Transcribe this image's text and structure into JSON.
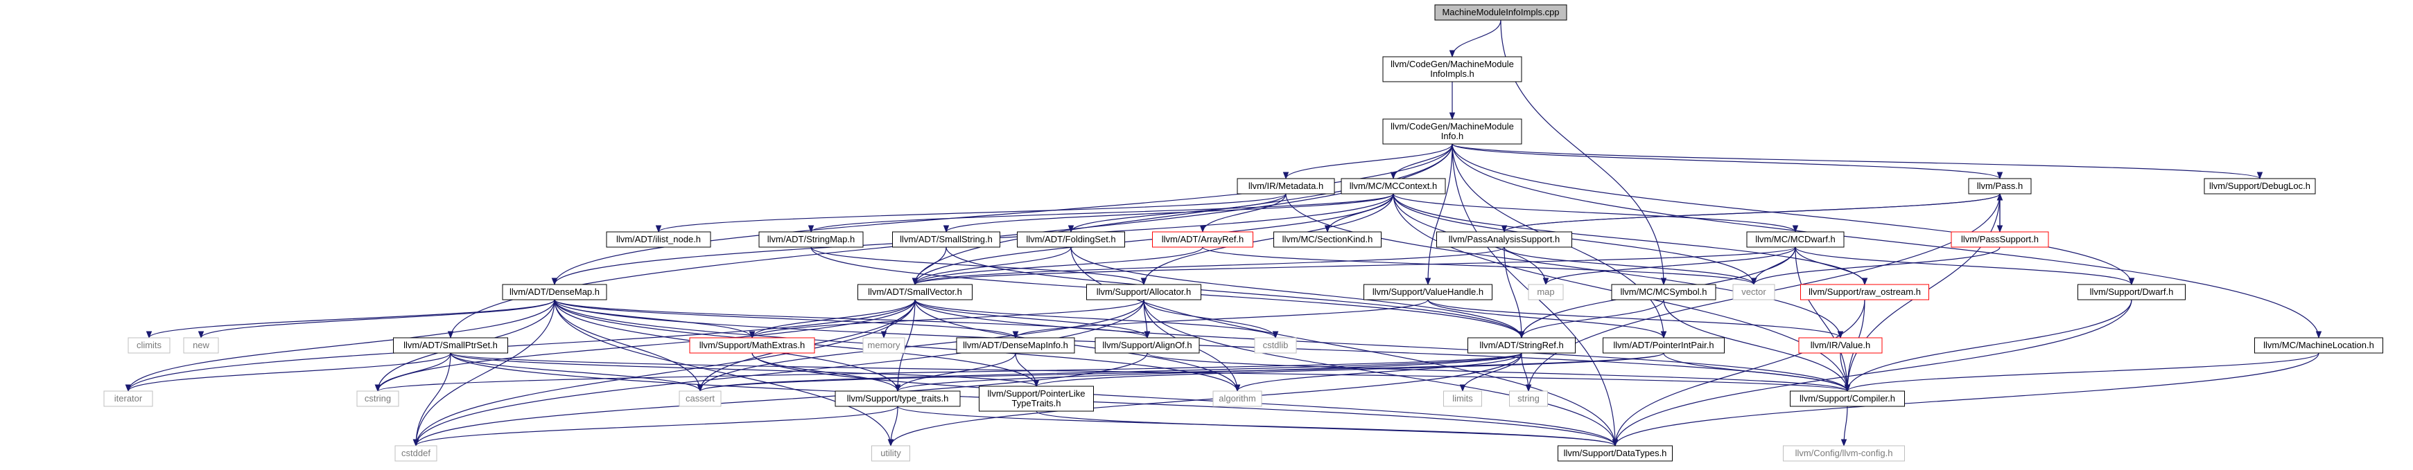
{
  "colors": {
    "edge": "#191970",
    "node_border": "#000000",
    "missing_border": "#bfbfbf",
    "truncated_border": "#ff0000",
    "root_fill": "#bfbfbf",
    "node_fill": "#ffffff",
    "missing_text": "#7a7a7a"
  },
  "nodes": [
    {
      "id": "root",
      "lines": [
        "MachineModuleInfoImpls.cpp"
      ],
      "style": "root"
    },
    {
      "id": "mmiimpls",
      "lines": [
        "llvm/CodeGen/MachineModule",
        "InfoImpls.h"
      ],
      "style": "normal"
    },
    {
      "id": "mmi",
      "lines": [
        "llvm/CodeGen/MachineModule",
        "Info.h"
      ],
      "style": "normal"
    },
    {
      "id": "metadata",
      "lines": [
        "llvm/IR/Metadata.h"
      ],
      "style": "normal"
    },
    {
      "id": "mccontext",
      "lines": [
        "llvm/MC/MCContext.h"
      ],
      "style": "normal"
    },
    {
      "id": "pass",
      "lines": [
        "llvm/Pass.h"
      ],
      "style": "normal"
    },
    {
      "id": "debugloc",
      "lines": [
        "llvm/Support/DebugLoc.h"
      ],
      "style": "normal"
    },
    {
      "id": "ilistnode",
      "lines": [
        "llvm/ADT/ilist_node.h"
      ],
      "style": "normal"
    },
    {
      "id": "stringmap",
      "lines": [
        "llvm/ADT/StringMap.h"
      ],
      "style": "normal"
    },
    {
      "id": "smallstring",
      "lines": [
        "llvm/ADT/SmallString.h"
      ],
      "style": "normal"
    },
    {
      "id": "foldingset",
      "lines": [
        "llvm/ADT/FoldingSet.h"
      ],
      "style": "normal"
    },
    {
      "id": "arrayref",
      "lines": [
        "llvm/ADT/ArrayRef.h"
      ],
      "style": "truncated"
    },
    {
      "id": "sectionkind",
      "lines": [
        "llvm/MC/SectionKind.h"
      ],
      "style": "normal"
    },
    {
      "id": "passanalysis",
      "lines": [
        "llvm/PassAnalysisSupport.h"
      ],
      "style": "normal"
    },
    {
      "id": "mcdwarf",
      "lines": [
        "llvm/MC/MCDwarf.h"
      ],
      "style": "normal"
    },
    {
      "id": "passsupport",
      "lines": [
        "llvm/PassSupport.h"
      ],
      "style": "truncated"
    },
    {
      "id": "densemap",
      "lines": [
        "llvm/ADT/DenseMap.h"
      ],
      "style": "normal"
    },
    {
      "id": "smallvector",
      "lines": [
        "llvm/ADT/SmallVector.h"
      ],
      "style": "normal"
    },
    {
      "id": "allocator",
      "lines": [
        "llvm/Support/Allocator.h"
      ],
      "style": "normal"
    },
    {
      "id": "map",
      "lines": [
        "map"
      ],
      "style": "missing"
    },
    {
      "id": "vector",
      "lines": [
        "vector"
      ],
      "style": "missing"
    },
    {
      "id": "rawostream",
      "lines": [
        "llvm/Support/raw_ostream.h"
      ],
      "style": "truncated"
    },
    {
      "id": "valuehandle",
      "lines": [
        "llvm/Support/ValueHandle.h"
      ],
      "style": "normal"
    },
    {
      "id": "mcsymbol",
      "lines": [
        "llvm/MC/MCSymbol.h"
      ],
      "style": "normal"
    },
    {
      "id": "supportdwarf",
      "lines": [
        "llvm/Support/Dwarf.h"
      ],
      "style": "normal"
    },
    {
      "id": "climits",
      "lines": [
        "climits"
      ],
      "style": "missing"
    },
    {
      "id": "new",
      "lines": [
        "new"
      ],
      "style": "missing"
    },
    {
      "id": "mathextras",
      "lines": [
        "llvm/Support/MathExtras.h"
      ],
      "style": "truncated"
    },
    {
      "id": "memory",
      "lines": [
        "memory"
      ],
      "style": "missing"
    },
    {
      "id": "densemapinfo",
      "lines": [
        "llvm/ADT/DenseMapInfo.h"
      ],
      "style": "normal"
    },
    {
      "id": "alignof",
      "lines": [
        "llvm/Support/AlignOf.h"
      ],
      "style": "normal"
    },
    {
      "id": "cstdlib",
      "lines": [
        "cstdlib"
      ],
      "style": "missing"
    },
    {
      "id": "stringref",
      "lines": [
        "llvm/ADT/StringRef.h"
      ],
      "style": "normal"
    },
    {
      "id": "pointerintpair",
      "lines": [
        "llvm/ADT/PointerIntPair.h"
      ],
      "style": "normal"
    },
    {
      "id": "irvalue",
      "lines": [
        "llvm/IR/Value.h"
      ],
      "style": "truncated"
    },
    {
      "id": "machinelocation",
      "lines": [
        "llvm/MC/MachineLocation.h"
      ],
      "style": "normal"
    },
    {
      "id": "smallptrset",
      "lines": [
        "llvm/ADT/SmallPtrSet.h"
      ],
      "style": "normal"
    },
    {
      "id": "iterator",
      "lines": [
        "iterator"
      ],
      "style": "missing"
    },
    {
      "id": "cstring",
      "lines": [
        "cstring"
      ],
      "style": "missing"
    },
    {
      "id": "cassert",
      "lines": [
        "cassert"
      ],
      "style": "missing"
    },
    {
      "id": "typetraits",
      "lines": [
        "llvm/Support/type_traits.h"
      ],
      "style": "normal"
    },
    {
      "id": "pointerliketypetraits",
      "lines": [
        "llvm/Support/PointerLike",
        "TypeTraits.h"
      ],
      "style": "normal"
    },
    {
      "id": "algorithm",
      "lines": [
        "algorithm"
      ],
      "style": "missing"
    },
    {
      "id": "limits",
      "lines": [
        "limits"
      ],
      "style": "missing"
    },
    {
      "id": "string",
      "lines": [
        "string"
      ],
      "style": "missing"
    },
    {
      "id": "compiler",
      "lines": [
        "llvm/Support/Compiler.h"
      ],
      "style": "normal"
    },
    {
      "id": "cstddef",
      "lines": [
        "cstddef"
      ],
      "style": "missing"
    },
    {
      "id": "utility",
      "lines": [
        "utility"
      ],
      "style": "missing"
    },
    {
      "id": "datatypes",
      "lines": [
        "llvm/Support/DataTypes.h"
      ],
      "style": "normal"
    },
    {
      "id": "llvmconfig",
      "lines": [
        "llvm/Config/llvm-config.h"
      ],
      "style": "missing"
    }
  ],
  "edges": [
    [
      "root",
      "mmiimpls"
    ],
    [
      "root",
      "mcsymbol"
    ],
    [
      "mmiimpls",
      "mmi"
    ],
    [
      "mmi",
      "metadata"
    ],
    [
      "mmi",
      "mccontext"
    ],
    [
      "mmi",
      "pass"
    ],
    [
      "mmi",
      "debugloc"
    ],
    [
      "mmi",
      "densemap"
    ],
    [
      "mmi",
      "smallvector"
    ],
    [
      "mmi",
      "smallptrset"
    ],
    [
      "mmi",
      "valuehandle"
    ],
    [
      "mmi",
      "pointerintpair"
    ],
    [
      "mmi",
      "supportdwarf"
    ],
    [
      "mmi",
      "machinelocation"
    ],
    [
      "mmi",
      "datatypes"
    ],
    [
      "metadata",
      "ilistnode"
    ],
    [
      "metadata",
      "foldingset"
    ],
    [
      "metadata",
      "arrayref"
    ],
    [
      "metadata",
      "irvalue"
    ],
    [
      "mccontext",
      "sectionkind"
    ],
    [
      "mccontext",
      "stringmap"
    ],
    [
      "mccontext",
      "smallstring"
    ],
    [
      "mccontext",
      "densemap"
    ],
    [
      "mccontext",
      "smallvector"
    ],
    [
      "mccontext",
      "allocator"
    ],
    [
      "mccontext",
      "map"
    ],
    [
      "mccontext",
      "vector"
    ],
    [
      "mccontext",
      "rawostream"
    ],
    [
      "mccontext",
      "mcdwarf"
    ],
    [
      "mccontext",
      "compiler"
    ],
    [
      "pass",
      "passanalysis"
    ],
    [
      "pass",
      "passsupport"
    ],
    [
      "pass",
      "compiler"
    ],
    [
      "pass",
      "string"
    ],
    [
      "passanalysis",
      "pass"
    ],
    [
      "passanalysis",
      "smallvector"
    ],
    [
      "passanalysis",
      "stringref"
    ],
    [
      "passanalysis",
      "vector"
    ],
    [
      "passsupport",
      "pass"
    ],
    [
      "passsupport",
      "vector"
    ],
    [
      "mcdwarf",
      "smallvector"
    ],
    [
      "mcdwarf",
      "stringref"
    ],
    [
      "mcdwarf",
      "map"
    ],
    [
      "mcdwarf",
      "vector"
    ],
    [
      "mcdwarf",
      "supportdwarf"
    ],
    [
      "mcdwarf",
      "compiler"
    ],
    [
      "mcdwarf",
      "rawostream"
    ],
    [
      "stringmap",
      "allocator"
    ],
    [
      "stringmap",
      "stringref"
    ],
    [
      "smallstring",
      "smallvector"
    ],
    [
      "smallstring",
      "stringref"
    ],
    [
      "foldingset",
      "smallvector"
    ],
    [
      "foldingset",
      "stringref"
    ],
    [
      "foldingset",
      "datatypes"
    ],
    [
      "arrayref",
      "smallvector"
    ],
    [
      "arrayref",
      "vector"
    ],
    [
      "densemap",
      "alignof"
    ],
    [
      "densemap",
      "compiler"
    ],
    [
      "densemap",
      "mathextras"
    ],
    [
      "densemap",
      "pointerliketypetraits"
    ],
    [
      "densemap",
      "densemapinfo"
    ],
    [
      "densemap",
      "type_traits"
    ],
    [
      "densemap",
      "typetraits"
    ],
    [
      "densemap",
      "algorithm"
    ],
    [
      "densemap",
      "cassert"
    ],
    [
      "densemap",
      "climits"
    ],
    [
      "densemap",
      "cstddef"
    ],
    [
      "densemap",
      "cstring"
    ],
    [
      "densemap",
      "iterator"
    ],
    [
      "densemap",
      "new"
    ],
    [
      "densemap",
      "utility"
    ],
    [
      "smallvector",
      "alignof"
    ],
    [
      "smallvector",
      "compiler"
    ],
    [
      "smallvector",
      "mathextras"
    ],
    [
      "smallvector",
      "typetraits"
    ],
    [
      "smallvector",
      "algorithm"
    ],
    [
      "smallvector",
      "cassert"
    ],
    [
      "smallvector",
      "cstddef"
    ],
    [
      "smallvector",
      "cstdlib"
    ],
    [
      "smallvector",
      "cstring"
    ],
    [
      "smallvector",
      "iterator"
    ],
    [
      "smallvector",
      "memory"
    ],
    [
      "allocator",
      "alignof"
    ],
    [
      "allocator",
      "datatypes"
    ],
    [
      "allocator",
      "mathextras"
    ],
    [
      "allocator",
      "algorithm"
    ],
    [
      "allocator",
      "cassert"
    ],
    [
      "allocator",
      "cstddef"
    ],
    [
      "allocator",
      "cstdlib"
    ],
    [
      "rawostream",
      "compiler"
    ],
    [
      "rawostream",
      "datatypes"
    ],
    [
      "valuehandle",
      "densemapinfo"
    ],
    [
      "valuehandle",
      "pointerintpair"
    ],
    [
      "valuehandle",
      "irvalue"
    ],
    [
      "mcsymbol",
      "stringref"
    ],
    [
      "mcsymbol",
      "compiler"
    ],
    [
      "supportdwarf",
      "compiler"
    ],
    [
      "supportdwarf",
      "datatypes"
    ],
    [
      "mathextras",
      "typetraits"
    ],
    [
      "mathextras",
      "datatypes"
    ],
    [
      "densemapinfo",
      "typetraits"
    ],
    [
      "densemapinfo",
      "pointerliketypetraits"
    ],
    [
      "alignof",
      "compiler"
    ],
    [
      "alignof",
      "cstddef"
    ],
    [
      "stringref",
      "typetraits"
    ],
    [
      "stringref",
      "algorithm"
    ],
    [
      "stringref",
      "cassert"
    ],
    [
      "stringref",
      "cstring"
    ],
    [
      "stringref",
      "limits"
    ],
    [
      "stringref",
      "string"
    ],
    [
      "stringref",
      "utility"
    ],
    [
      "pointerintpair",
      "compiler"
    ],
    [
      "pointerintpair",
      "pointerliketypetraits"
    ],
    [
      "pointerintpair",
      "cassert"
    ],
    [
      "irvalue",
      "compiler"
    ],
    [
      "machinelocation",
      "compiler"
    ],
    [
      "machinelocation",
      "datatypes"
    ],
    [
      "smallptrset",
      "compiler"
    ],
    [
      "smallptrset",
      "datatypes"
    ],
    [
      "smallptrset",
      "pointerliketypetraits"
    ],
    [
      "smallptrset",
      "cassert"
    ],
    [
      "smallptrset",
      "cstddef"
    ],
    [
      "smallptrset",
      "cstring"
    ],
    [
      "smallptrset",
      "iterator"
    ],
    [
      "typetraits",
      "datatypes"
    ],
    [
      "typetraits",
      "cstddef"
    ],
    [
      "typetraits",
      "utility"
    ],
    [
      "pointerliketypetraits",
      "datatypes"
    ],
    [
      "compiler",
      "llvmconfig"
    ],
    [
      "cassert",
      "cassert"
    ]
  ]
}
